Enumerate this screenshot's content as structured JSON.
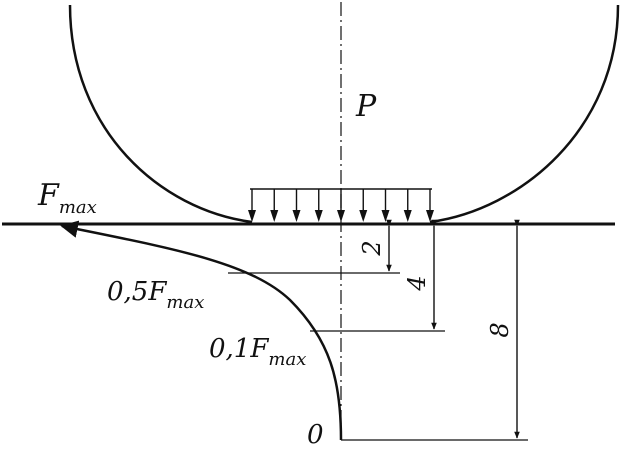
{
  "labels": {
    "force": "P",
    "fmax_main": "F",
    "fmax_sub": "max",
    "half_coef": "0,5F",
    "half_sub": "max",
    "tenth_coef": "0,1F",
    "tenth_sub": "max",
    "zero": "0"
  },
  "dimensions": {
    "d1": "2",
    "d2": "4",
    "d3": "8"
  },
  "colors": {
    "stroke": "#111111",
    "background": "#ffffff"
  }
}
